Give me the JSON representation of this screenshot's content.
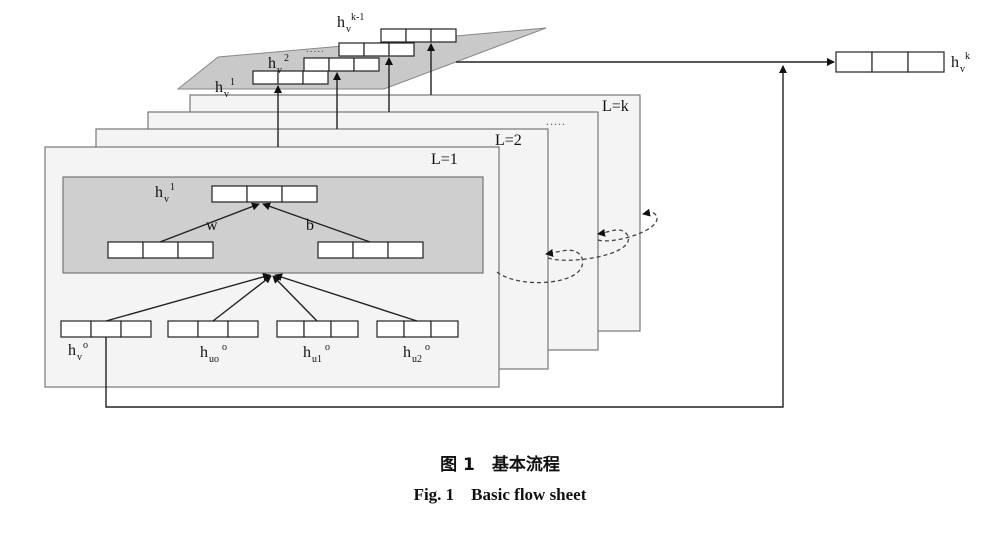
{
  "diagram": {
    "layers": {
      "layer_1": "L=1",
      "layer_2": "L=2",
      "layer_k": "L=k",
      "ellipsis": "....."
    },
    "inner_block": {
      "output_label": {
        "base": "h",
        "sub": "v",
        "sup": "1"
      },
      "weight_label": "w",
      "bias_label": "b"
    },
    "inputs": [
      {
        "base": "h",
        "sub": "v",
        "sup": "o"
      },
      {
        "base": "h",
        "sub": "uo",
        "sup": "o"
      },
      {
        "base": "h",
        "sub": "u1",
        "sup": "o"
      },
      {
        "base": "h",
        "sub": "u2",
        "sup": "o"
      }
    ],
    "stack_labels": [
      {
        "base": "h",
        "sub": "v",
        "sup": "1"
      },
      {
        "base": "h",
        "sub": "v",
        "sup": "2"
      },
      {
        "base": "h",
        "sub": "v",
        "sup": "k-1"
      }
    ],
    "stack_ellipsis": ".....",
    "final_output": {
      "base": "h",
      "sub": "v",
      "sup": "k"
    }
  },
  "caption": {
    "chinese": "图 1　基本流程",
    "english": "Fig. 1　Basic flow sheet"
  }
}
